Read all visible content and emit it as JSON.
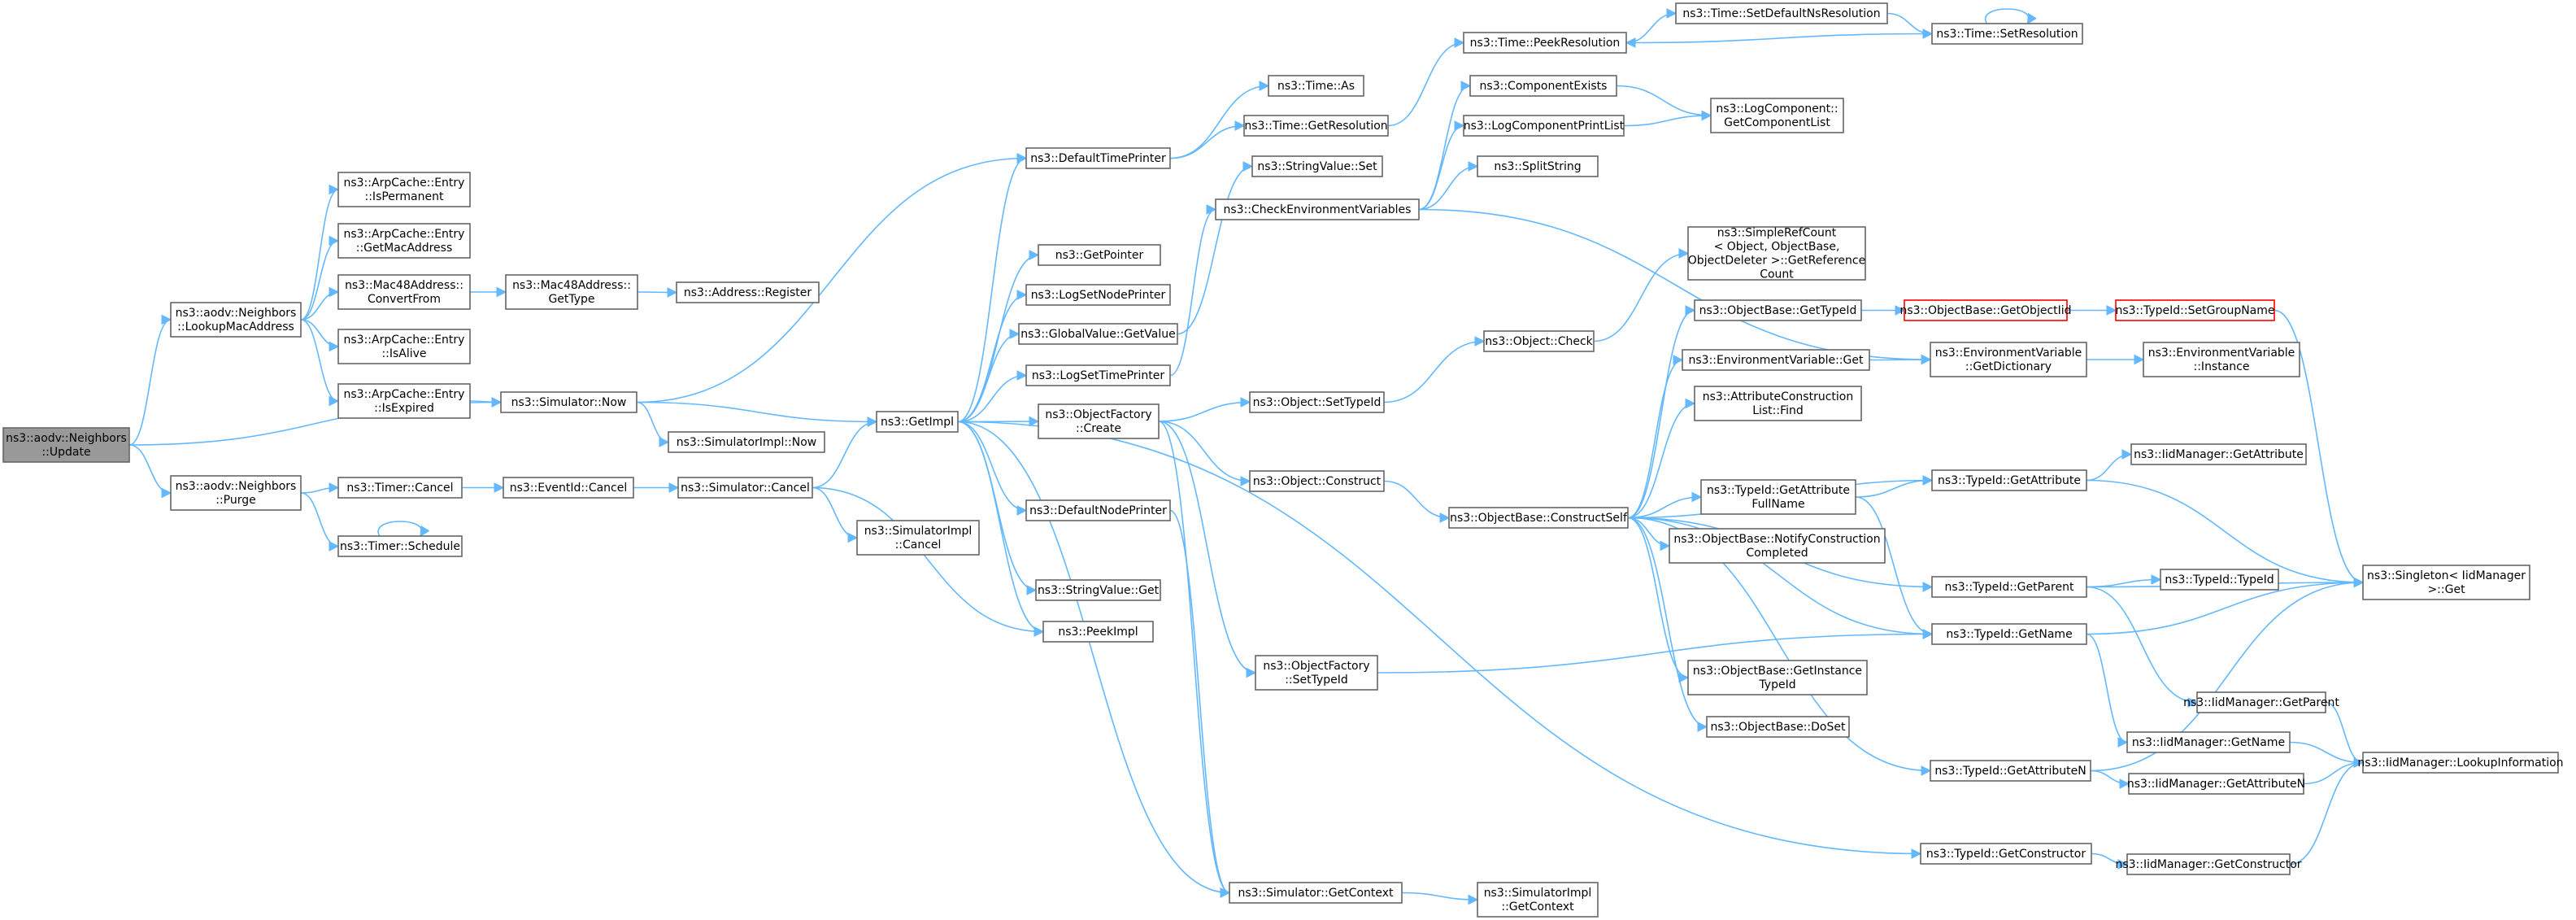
{
  "diagram": {
    "colors": {
      "edge": "#63b8ff",
      "node_border": "#666666",
      "node_fill": "#ffffff",
      "root_fill": "#999999",
      "truncated_border": "#ff0000"
    },
    "nodes": [
      {
        "id": "n0",
        "lines": [
          "ns3::aodv::Neighbors",
          "::Update"
        ],
        "root": true
      },
      {
        "id": "n1",
        "lines": [
          "ns3::aodv::Neighbors",
          "::LookupMacAddress"
        ]
      },
      {
        "id": "n2",
        "lines": [
          "ns3::aodv::Neighbors",
          "::Purge"
        ]
      },
      {
        "id": "n3",
        "lines": [
          "ns3::Simulator::Now"
        ]
      },
      {
        "id": "n4",
        "lines": [
          "ns3::ArpCache::Entry",
          "::IsPermanent"
        ]
      },
      {
        "id": "n5",
        "lines": [
          "ns3::ArpCache::Entry",
          "::GetMacAddress"
        ]
      },
      {
        "id": "n6",
        "lines": [
          "ns3::Mac48Address::",
          "ConvertFrom"
        ]
      },
      {
        "id": "n7",
        "lines": [
          "ns3::ArpCache::Entry",
          "::IsAlive"
        ]
      },
      {
        "id": "n8",
        "lines": [
          "ns3::ArpCache::Entry",
          "::IsExpired"
        ]
      },
      {
        "id": "n9",
        "lines": [
          "ns3::Mac48Address::",
          "GetType"
        ]
      },
      {
        "id": "n10",
        "lines": [
          "ns3::Address::Register"
        ]
      },
      {
        "id": "n11",
        "lines": [
          "ns3::Timer::Cancel"
        ]
      },
      {
        "id": "n12",
        "lines": [
          "ns3::Timer::Schedule"
        ]
      },
      {
        "id": "n13",
        "lines": [
          "ns3::EventId::Cancel"
        ]
      },
      {
        "id": "n14",
        "lines": [
          "ns3::Simulator::Cancel"
        ]
      },
      {
        "id": "n15",
        "lines": [
          "ns3::SimulatorImpl::Now"
        ]
      },
      {
        "id": "n16",
        "lines": [
          "ns3::GetImpl"
        ]
      },
      {
        "id": "n17",
        "lines": [
          "ns3::SimulatorImpl",
          "::Cancel"
        ]
      },
      {
        "id": "n18",
        "lines": [
          "ns3::DefaultTimePrinter"
        ]
      },
      {
        "id": "n19",
        "lines": [
          "ns3::GetPointer"
        ]
      },
      {
        "id": "n20",
        "lines": [
          "ns3::LogSetNodePrinter"
        ]
      },
      {
        "id": "n21",
        "lines": [
          "ns3::GlobalValue::GetValue"
        ]
      },
      {
        "id": "n22",
        "lines": [
          "ns3::LogSetTimePrinter"
        ]
      },
      {
        "id": "n23",
        "lines": [
          "ns3::ObjectFactory",
          "::Create"
        ]
      },
      {
        "id": "n24",
        "lines": [
          "ns3::DefaultNodePrinter"
        ]
      },
      {
        "id": "n25",
        "lines": [
          "ns3::StringValue::Get"
        ]
      },
      {
        "id": "n26",
        "lines": [
          "ns3::PeekImpl"
        ]
      },
      {
        "id": "n27",
        "lines": [
          "ns3::Time::As"
        ]
      },
      {
        "id": "n28",
        "lines": [
          "ns3::Time::GetResolution"
        ]
      },
      {
        "id": "n29",
        "lines": [
          "ns3::Time::PeekResolution"
        ]
      },
      {
        "id": "n30",
        "lines": [
          "ns3::Time::SetDefaultNsResolution"
        ]
      },
      {
        "id": "n31",
        "lines": [
          "ns3::Time::SetResolution"
        ]
      },
      {
        "id": "n32",
        "lines": [
          "ns3::StringValue::Set"
        ]
      },
      {
        "id": "n33",
        "lines": [
          "ns3::CheckEnvironmentVariables"
        ]
      },
      {
        "id": "n34",
        "lines": [
          "ns3::ComponentExists"
        ]
      },
      {
        "id": "n35",
        "lines": [
          "ns3::LogComponentPrintList"
        ]
      },
      {
        "id": "n36",
        "lines": [
          "ns3::LogComponent::",
          "GetComponentList"
        ]
      },
      {
        "id": "n37",
        "lines": [
          "ns3::SplitString"
        ]
      },
      {
        "id": "n38",
        "lines": [
          "ns3::Object::SetTypeId"
        ]
      },
      {
        "id": "n39",
        "lines": [
          "ns3::Object::Construct"
        ]
      },
      {
        "id": "n40",
        "lines": [
          "ns3::ObjectFactory",
          "::SetTypeId"
        ]
      },
      {
        "id": "n41",
        "lines": [
          "ns3::Simulator::GetContext"
        ]
      },
      {
        "id": "n42",
        "lines": [
          "ns3::SimulatorImpl",
          "::GetContext"
        ]
      },
      {
        "id": "n43",
        "lines": [
          "ns3::Object::Check"
        ]
      },
      {
        "id": "n44",
        "lines": [
          "ns3::SimpleRefCount",
          "< Object, ObjectBase,",
          "ObjectDeleter >::GetReference",
          "Count"
        ]
      },
      {
        "id": "n45",
        "lines": [
          "ns3::ObjectBase::ConstructSelf"
        ]
      },
      {
        "id": "n46",
        "lines": [
          "ns3::ObjectBase::GetTypeId"
        ]
      },
      {
        "id": "n47",
        "lines": [
          "ns3::EnvironmentVariable::Get"
        ]
      },
      {
        "id": "n48",
        "lines": [
          "ns3::AttributeConstruction",
          "List::Find"
        ]
      },
      {
        "id": "n49",
        "lines": [
          "ns3::TypeId::GetAttribute",
          "FullName"
        ]
      },
      {
        "id": "n50",
        "lines": [
          "ns3::ObjectBase::NotifyConstruction",
          "Completed"
        ]
      },
      {
        "id": "n51",
        "lines": [
          "ns3::ObjectBase::GetInstance",
          "TypeId"
        ]
      },
      {
        "id": "n52",
        "lines": [
          "ns3::ObjectBase::DoSet"
        ]
      },
      {
        "id": "n53",
        "lines": [
          "ns3::ObjectBase::GetObjectIid"
        ],
        "red": true
      },
      {
        "id": "n54",
        "lines": [
          "ns3::TypeId::SetGroupName"
        ],
        "red": true
      },
      {
        "id": "n55",
        "lines": [
          "ns3::EnvironmentVariable",
          "::GetDictionary"
        ]
      },
      {
        "id": "n56",
        "lines": [
          "ns3::EnvironmentVariable",
          "::Instance"
        ]
      },
      {
        "id": "n57",
        "lines": [
          "ns3::TypeId::GetAttribute"
        ]
      },
      {
        "id": "n58",
        "lines": [
          "ns3::IidManager::GetAttribute"
        ]
      },
      {
        "id": "n59",
        "lines": [
          "ns3::TypeId::GetParent"
        ]
      },
      {
        "id": "n60",
        "lines": [
          "ns3::TypeId::TypeId"
        ]
      },
      {
        "id": "n61",
        "lines": [
          "ns3::TypeId::GetName"
        ]
      },
      {
        "id": "n62",
        "lines": [
          "ns3::Singleton< IidManager",
          ">::Get"
        ]
      },
      {
        "id": "n63",
        "lines": [
          "ns3::IidManager::GetParent"
        ]
      },
      {
        "id": "n64",
        "lines": [
          "ns3::IidManager::GetName"
        ]
      },
      {
        "id": "n65",
        "lines": [
          "ns3::TypeId::GetAttributeN"
        ]
      },
      {
        "id": "n66",
        "lines": [
          "ns3::IidManager::GetAttributeN"
        ]
      },
      {
        "id": "n67",
        "lines": [
          "ns3::IidManager::LookupInformation"
        ]
      },
      {
        "id": "n68",
        "lines": [
          "ns3::TypeId::GetConstructor"
        ]
      },
      {
        "id": "n69",
        "lines": [
          "ns3::IidManager::GetConstructor"
        ]
      }
    ],
    "edges": [
      [
        "n0",
        "n1"
      ],
      [
        "n0",
        "n2"
      ],
      [
        "n0",
        "n3"
      ],
      [
        "n1",
        "n4"
      ],
      [
        "n1",
        "n5"
      ],
      [
        "n1",
        "n6"
      ],
      [
        "n1",
        "n7"
      ],
      [
        "n1",
        "n8"
      ],
      [
        "n6",
        "n9"
      ],
      [
        "n9",
        "n10"
      ],
      [
        "n8",
        "n3"
      ],
      [
        "n2",
        "n11"
      ],
      [
        "n2",
        "n12"
      ],
      [
        "n12",
        "n12"
      ],
      [
        "n11",
        "n13"
      ],
      [
        "n13",
        "n14"
      ],
      [
        "n3",
        "n16"
      ],
      [
        "n3",
        "n15"
      ],
      [
        "n3",
        "n18"
      ],
      [
        "n14",
        "n16"
      ],
      [
        "n14",
        "n17"
      ],
      [
        "n14",
        "n26"
      ],
      [
        "n16",
        "n18"
      ],
      [
        "n16",
        "n19"
      ],
      [
        "n16",
        "n20"
      ],
      [
        "n16",
        "n21"
      ],
      [
        "n16",
        "n22"
      ],
      [
        "n16",
        "n23"
      ],
      [
        "n16",
        "n24"
      ],
      [
        "n16",
        "n25"
      ],
      [
        "n16",
        "n26"
      ],
      [
        "n16",
        "n41"
      ],
      [
        "n16",
        "n68"
      ],
      [
        "n18",
        "n27"
      ],
      [
        "n18",
        "n28"
      ],
      [
        "n28",
        "n29"
      ],
      [
        "n29",
        "n30"
      ],
      [
        "n30",
        "n31"
      ],
      [
        "n31",
        "n29"
      ],
      [
        "n31",
        "n31"
      ],
      [
        "n21",
        "n32"
      ],
      [
        "n22",
        "n33"
      ],
      [
        "n33",
        "n34"
      ],
      [
        "n33",
        "n35"
      ],
      [
        "n33",
        "n37"
      ],
      [
        "n33",
        "n55"
      ],
      [
        "n34",
        "n36"
      ],
      [
        "n35",
        "n36"
      ],
      [
        "n23",
        "n38"
      ],
      [
        "n23",
        "n39"
      ],
      [
        "n23",
        "n40"
      ],
      [
        "n23",
        "n41"
      ],
      [
        "n38",
        "n43"
      ],
      [
        "n43",
        "n44"
      ],
      [
        "n39",
        "n45"
      ],
      [
        "n40",
        "n61"
      ],
      [
        "n24",
        "n41"
      ],
      [
        "n41",
        "n42"
      ],
      [
        "n45",
        "n46"
      ],
      [
        "n45",
        "n47"
      ],
      [
        "n45",
        "n48"
      ],
      [
        "n45",
        "n49"
      ],
      [
        "n45",
        "n50"
      ],
      [
        "n45",
        "n51"
      ],
      [
        "n45",
        "n52"
      ],
      [
        "n45",
        "n57"
      ],
      [
        "n45",
        "n59"
      ],
      [
        "n45",
        "n61"
      ],
      [
        "n45",
        "n65"
      ],
      [
        "n46",
        "n53"
      ],
      [
        "n53",
        "n54"
      ],
      [
        "n54",
        "n62"
      ],
      [
        "n47",
        "n55"
      ],
      [
        "n55",
        "n56"
      ],
      [
        "n49",
        "n57"
      ],
      [
        "n49",
        "n61"
      ],
      [
        "n57",
        "n58"
      ],
      [
        "n57",
        "n62"
      ],
      [
        "n59",
        "n60"
      ],
      [
        "n59",
        "n62"
      ],
      [
        "n59",
        "n63"
      ],
      [
        "n61",
        "n62"
      ],
      [
        "n61",
        "n64"
      ],
      [
        "n63",
        "n67"
      ],
      [
        "n64",
        "n67"
      ],
      [
        "n65",
        "n62"
      ],
      [
        "n65",
        "n66"
      ],
      [
        "n66",
        "n67"
      ],
      [
        "n68",
        "n69"
      ],
      [
        "n69",
        "n67"
      ]
    ]
  }
}
